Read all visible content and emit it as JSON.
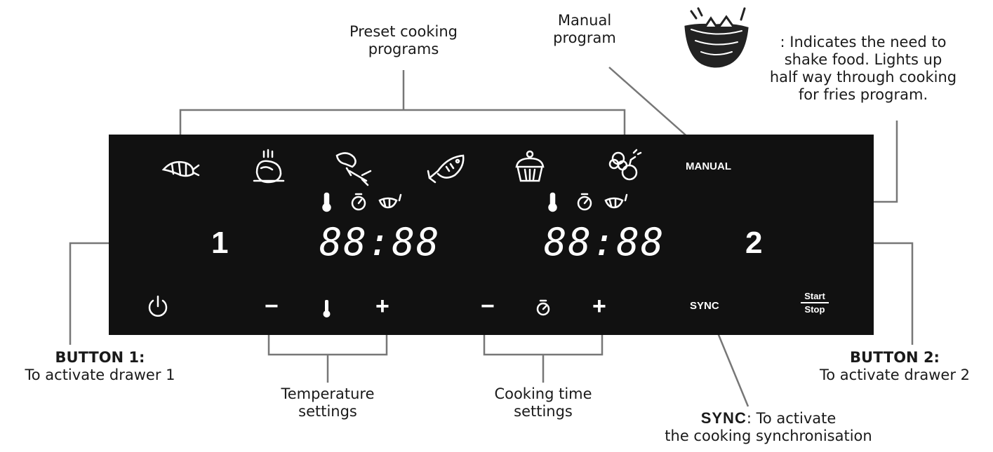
{
  "labels": {
    "preset_line1": "Preset cooking",
    "preset_line2": "programs",
    "manual_line1": "Manual",
    "manual_line2": "program",
    "shake_line1": ": Indicates the need to",
    "shake_line2": "shake food. Lights up",
    "shake_line3": "half way through cooking",
    "shake_line4": "for fries program.",
    "button1_title": "BUTTON 1:",
    "button1_desc": "To activate drawer 1",
    "button2_title": "BUTTON 2:",
    "button2_desc": "To activate drawer 2",
    "temp_line1": "Temperature",
    "temp_line2": "settings",
    "time_line1": "Cooking time",
    "time_line2": "settings",
    "sync_title": "SYNC",
    "sync_desc1": ": To activate",
    "sync_desc2": "the cooking synchronisation"
  },
  "panel": {
    "manual": "MANUAL",
    "display_left": "88:88",
    "display_right": "88:88",
    "drawer1": "1",
    "drawer2": "2",
    "minus": "−",
    "plus": "+",
    "sync": "SYNC",
    "start": "Start",
    "stop": "Stop"
  },
  "icons": [
    "shrimp-icon",
    "chicken-icon",
    "drumstick-icon",
    "fish-icon",
    "cake-icon",
    "vegetables-icon",
    "thermometer-icon",
    "timer-icon",
    "shake-icon",
    "power-icon",
    "basket-icon"
  ],
  "colors": {
    "panel": "#111111",
    "line": "#777777",
    "text": "#1a1a1a"
  }
}
